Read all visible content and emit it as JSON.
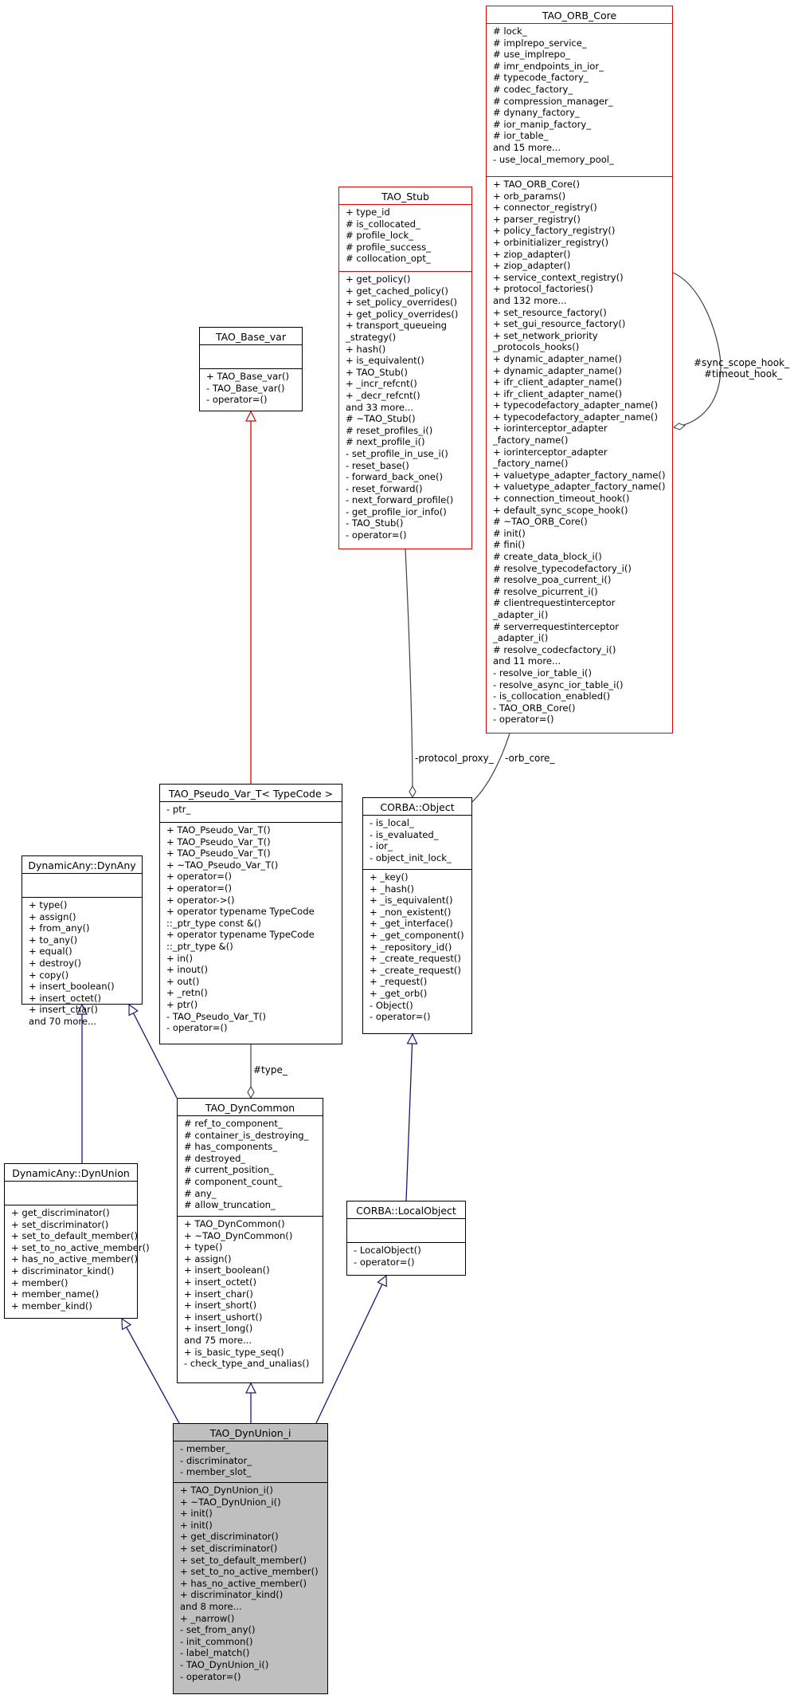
{
  "classes": {
    "tao_orb_core": {
      "name": "TAO_ORB_Core",
      "attributes": [
        "# lock_",
        "# implrepo_service_",
        "# use_implrepo_",
        "# imr_endpoints_in_ior_",
        "# typecode_factory_",
        "# codec_factory_",
        "# compression_manager_",
        "# dynany_factory_",
        "# ior_manip_factory_",
        "# ior_table_",
        "and 15 more...",
        "- use_local_memory_pool_"
      ],
      "operations": [
        "+ TAO_ORB_Core()",
        "+ orb_params()",
        "+ connector_registry()",
        "+ parser_registry()",
        "+ policy_factory_registry()",
        "+ orbinitializer_registry()",
        "+ ziop_adapter()",
        "+ ziop_adapter()",
        "+ service_context_registry()",
        "+ protocol_factories()",
        "and 132 more...",
        "+ set_resource_factory()",
        "+ set_gui_resource_factory()",
        "+ set_network_priority",
        "_protocols_hooks()",
        "+ dynamic_adapter_name()",
        "+ dynamic_adapter_name()",
        "+ ifr_client_adapter_name()",
        "+ ifr_client_adapter_name()",
        "+ typecodefactory_adapter_name()",
        "+ typecodefactory_adapter_name()",
        "+ iorinterceptor_adapter",
        "_factory_name()",
        "+ iorinterceptor_adapter",
        "_factory_name()",
        "+ valuetype_adapter_factory_name()",
        "+ valuetype_adapter_factory_name()",
        "+ connection_timeout_hook()",
        "+ default_sync_scope_hook()",
        "# ~TAO_ORB_Core()",
        "# init()",
        "# fini()",
        "# create_data_block_i()",
        "# resolve_typecodefactory_i()",
        "# resolve_poa_current_i()",
        "# resolve_picurrent_i()",
        "# clientrequestinterceptor",
        "_adapter_i()",
        "# serverrequestinterceptor",
        "_adapter_i()",
        "# resolve_codecfactory_i()",
        "and 11 more...",
        "- resolve_ior_table_i()",
        "- resolve_async_ior_table_i()",
        "- is_collocation_enabled()",
        "- TAO_ORB_Core()",
        "- operator=()"
      ]
    },
    "tao_stub": {
      "name": "TAO_Stub",
      "attributes": [
        "+ type_id",
        "# is_collocated_",
        "# profile_lock_",
        "# profile_success_",
        "# collocation_opt_"
      ],
      "operations": [
        "+ get_policy()",
        "+ get_cached_policy()",
        "+ set_policy_overrides()",
        "+ get_policy_overrides()",
        "+ transport_queueing",
        "_strategy()",
        "+ hash()",
        "+ is_equivalent()",
        "+ TAO_Stub()",
        "+ _incr_refcnt()",
        "+ _decr_refcnt()",
        "and 33 more...",
        "# ~TAO_Stub()",
        "# reset_profiles_i()",
        "# next_profile_i()",
        "- set_profile_in_use_i()",
        "- reset_base()",
        "- forward_back_one()",
        "- reset_forward()",
        "- next_forward_profile()",
        "- get_profile_ior_info()",
        "- TAO_Stub()",
        "- operator=()"
      ]
    },
    "tao_base_var": {
      "name": "TAO_Base_var",
      "attributes": [],
      "operations": [
        "+ TAO_Base_var()",
        "- TAO_Base_var()",
        "- operator=()"
      ]
    },
    "tao_pseudo_var": {
      "name": "TAO_Pseudo_Var_T< TypeCode >",
      "attributes": [
        "- ptr_"
      ],
      "operations": [
        "+ TAO_Pseudo_Var_T()",
        "+ TAO_Pseudo_Var_T()",
        "+ TAO_Pseudo_Var_T()",
        "+ ~TAO_Pseudo_Var_T()",
        "+ operator=()",
        "+ operator=()",
        "+ operator->()",
        "+ operator typename TypeCode",
        "::_ptr_type const &()",
        "+ operator typename TypeCode",
        "::_ptr_type &()",
        "+ in()",
        "+ inout()",
        "+ out()",
        "+ _retn()",
        "+ ptr()",
        "- TAO_Pseudo_Var_T()",
        "- operator=()"
      ]
    },
    "corba_object": {
      "name": "CORBA::Object",
      "attributes": [
        "- is_local_",
        "- is_evaluated_",
        "- ior_",
        "- object_init_lock_"
      ],
      "operations": [
        "+ _key()",
        "+ _hash()",
        "+ _is_equivalent()",
        "+ _non_existent()",
        "+ _get_interface()",
        "+ _get_component()",
        "+ _repository_id()",
        "+ _create_request()",
        "+ _create_request()",
        "+ _request()",
        "+ _get_orb()",
        "- Object()",
        "- operator=()"
      ]
    },
    "dynany": {
      "name": "DynamicAny::DynAny",
      "attributes": [],
      "operations": [
        "+ type()",
        "+ assign()",
        "+ from_any()",
        "+ to_any()",
        "+ equal()",
        "+ destroy()",
        "+ copy()",
        "+ insert_boolean()",
        "+ insert_octet()",
        "+ insert_char()",
        "and 70 more..."
      ]
    },
    "tao_dyncommon": {
      "name": "TAO_DynCommon",
      "attributes": [
        "# ref_to_component_",
        "# container_is_destroying_",
        "# has_components_",
        "# destroyed_",
        "# current_position_",
        "# component_count_",
        "# any_",
        "# allow_truncation_"
      ],
      "operations": [
        "+ TAO_DynCommon()",
        "+ ~TAO_DynCommon()",
        "+ type()",
        "+ assign()",
        "+ insert_boolean()",
        "+ insert_octet()",
        "+ insert_char()",
        "+ insert_short()",
        "+ insert_ushort()",
        "+ insert_long()",
        "and 75 more...",
        "+ is_basic_type_seq()",
        "- check_type_and_unalias()"
      ]
    },
    "dynunion": {
      "name": "DynamicAny::DynUnion",
      "attributes": [],
      "operations": [
        "+ get_discriminator()",
        "+ set_discriminator()",
        "+ set_to_default_member()",
        "+ set_to_no_active_member()",
        "+ has_no_active_member()",
        "+ discriminator_kind()",
        "+ member()",
        "+ member_name()",
        "+ member_kind()"
      ]
    },
    "corba_localobject": {
      "name": "CORBA::LocalObject",
      "attributes": [],
      "operations": [
        "- LocalObject()",
        "- operator=()"
      ]
    },
    "tao_dynunion_i": {
      "name": "TAO_DynUnion_i",
      "attributes": [
        "- member_",
        "- discriminator_",
        "- member_slot_"
      ],
      "operations": [
        "+ TAO_DynUnion_i()",
        "+ ~TAO_DynUnion_i()",
        "+ init()",
        "+ init()",
        "+ get_discriminator()",
        "+ set_discriminator()",
        "+ set_to_default_member()",
        "+ set_to_no_active_member()",
        "+ has_no_active_member()",
        "+ discriminator_kind()",
        "and 8 more...",
        "+ _narrow()",
        "- set_from_any()",
        "- init_common()",
        "- label_match()",
        "- TAO_DynUnion_i()",
        "- operator=()"
      ]
    }
  },
  "edge_labels": {
    "sync_scope_hook": "#sync_scope_hook_",
    "timeout_hook": "#timeout_hook_",
    "protocol_proxy": "-protocol_proxy_",
    "orb_core": "-orb_core_",
    "type": "#type_"
  },
  "colors": {
    "inheritance": "#191970",
    "template": "#e00000",
    "usage": "#404040",
    "focus_fill": "#bfbfbf"
  }
}
